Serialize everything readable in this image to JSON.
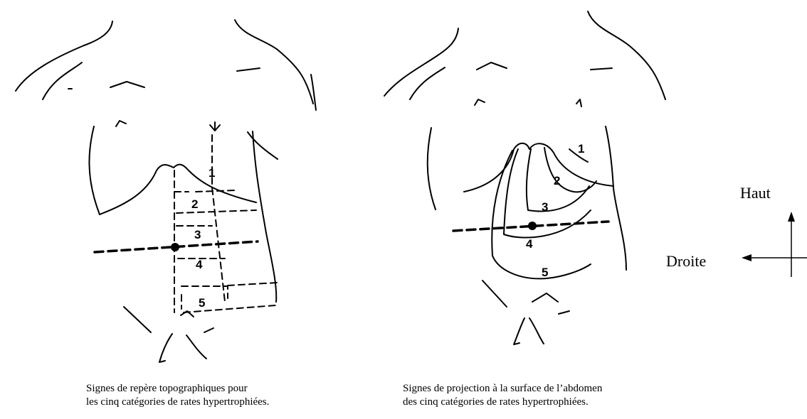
{
  "figures": [
    {
      "caption": {
        "line1": "Signes de repère topographiques pour",
        "line2": "les cinq catégories de rates hypertrophiées."
      },
      "labels": [
        "1",
        "2",
        "3",
        "4",
        "5"
      ]
    },
    {
      "caption": {
        "line1": "Signes de projection à la surface de l’abdomen",
        "line2": "des cinq catégories de rates hypertrophiées."
      },
      "labels": [
        "1",
        "2",
        "3",
        "4",
        "5"
      ]
    }
  ],
  "orientation": {
    "up_label": "Haut",
    "right_label": "Droite"
  }
}
